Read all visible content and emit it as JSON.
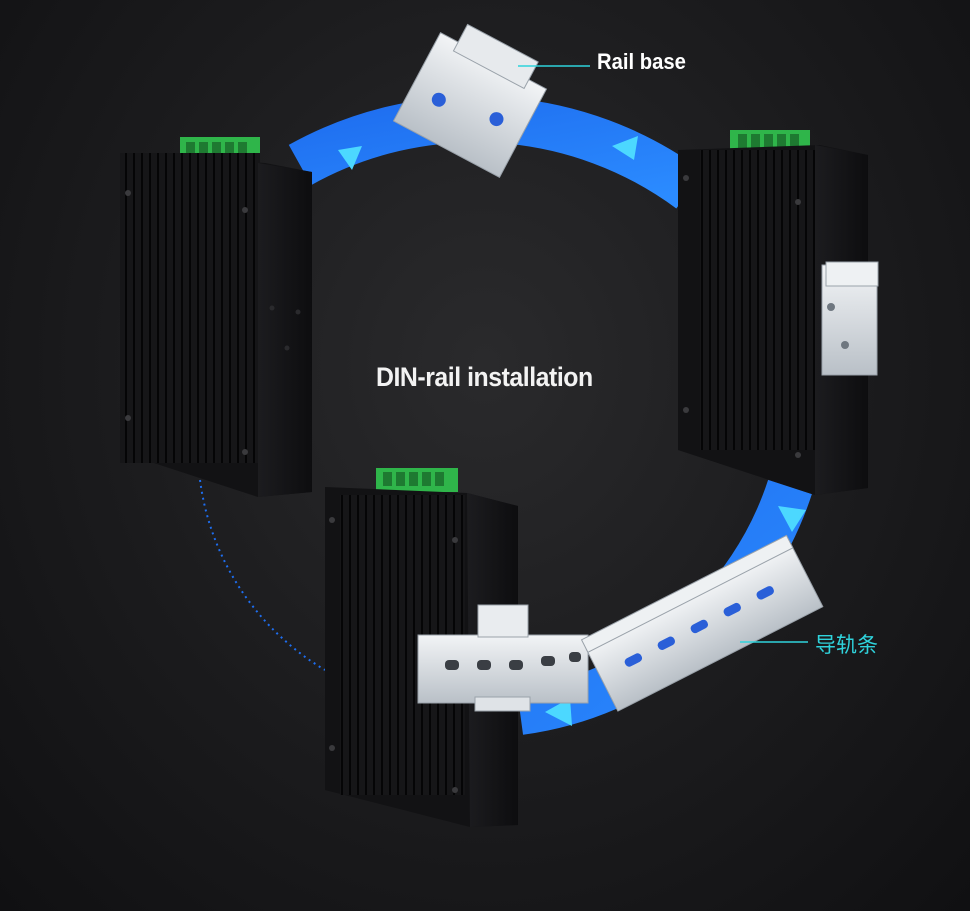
{
  "diagram": {
    "title": "DIN-rail installation",
    "callouts": {
      "rail_base": "Rail base",
      "guide_rail": "导轨条"
    }
  },
  "colors": {
    "background": "#1b1b1d",
    "arrow_blue": "#1a78f0",
    "device_body": "#141416",
    "terminal_green": "#2fb54a",
    "callout_line": "#2fd3dc",
    "rail_metal": "#d8dde2"
  }
}
